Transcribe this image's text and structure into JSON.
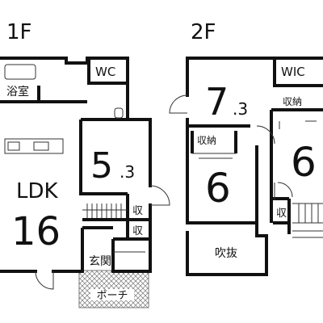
{
  "floors": [
    {
      "id": "1f",
      "label": "1F",
      "rooms": [
        {
          "id": "bath",
          "name": "浴室"
        },
        {
          "id": "wc",
          "name": "WC"
        },
        {
          "id": "ldk",
          "name": "LDK",
          "size": "16"
        },
        {
          "id": "room1",
          "size_main": "5",
          "size_frac": ".3"
        },
        {
          "id": "storage-a",
          "name": "収"
        },
        {
          "id": "storage-b",
          "name": "収"
        },
        {
          "id": "entrance",
          "name": "玄関"
        },
        {
          "id": "porch",
          "name": "ポーチ"
        }
      ]
    },
    {
      "id": "2f",
      "label": "2F",
      "rooms": [
        {
          "id": "wic",
          "name": "WIC"
        },
        {
          "id": "room-top",
          "size_main": "7",
          "size_frac": ".3"
        },
        {
          "id": "closet-left",
          "name": "収納"
        },
        {
          "id": "room-left",
          "size": "6"
        },
        {
          "id": "closet-right",
          "name": "収納"
        },
        {
          "id": "room-right",
          "size": "6"
        },
        {
          "id": "storage-c",
          "name": "収"
        },
        {
          "id": "void",
          "name": "吹抜"
        }
      ]
    }
  ]
}
